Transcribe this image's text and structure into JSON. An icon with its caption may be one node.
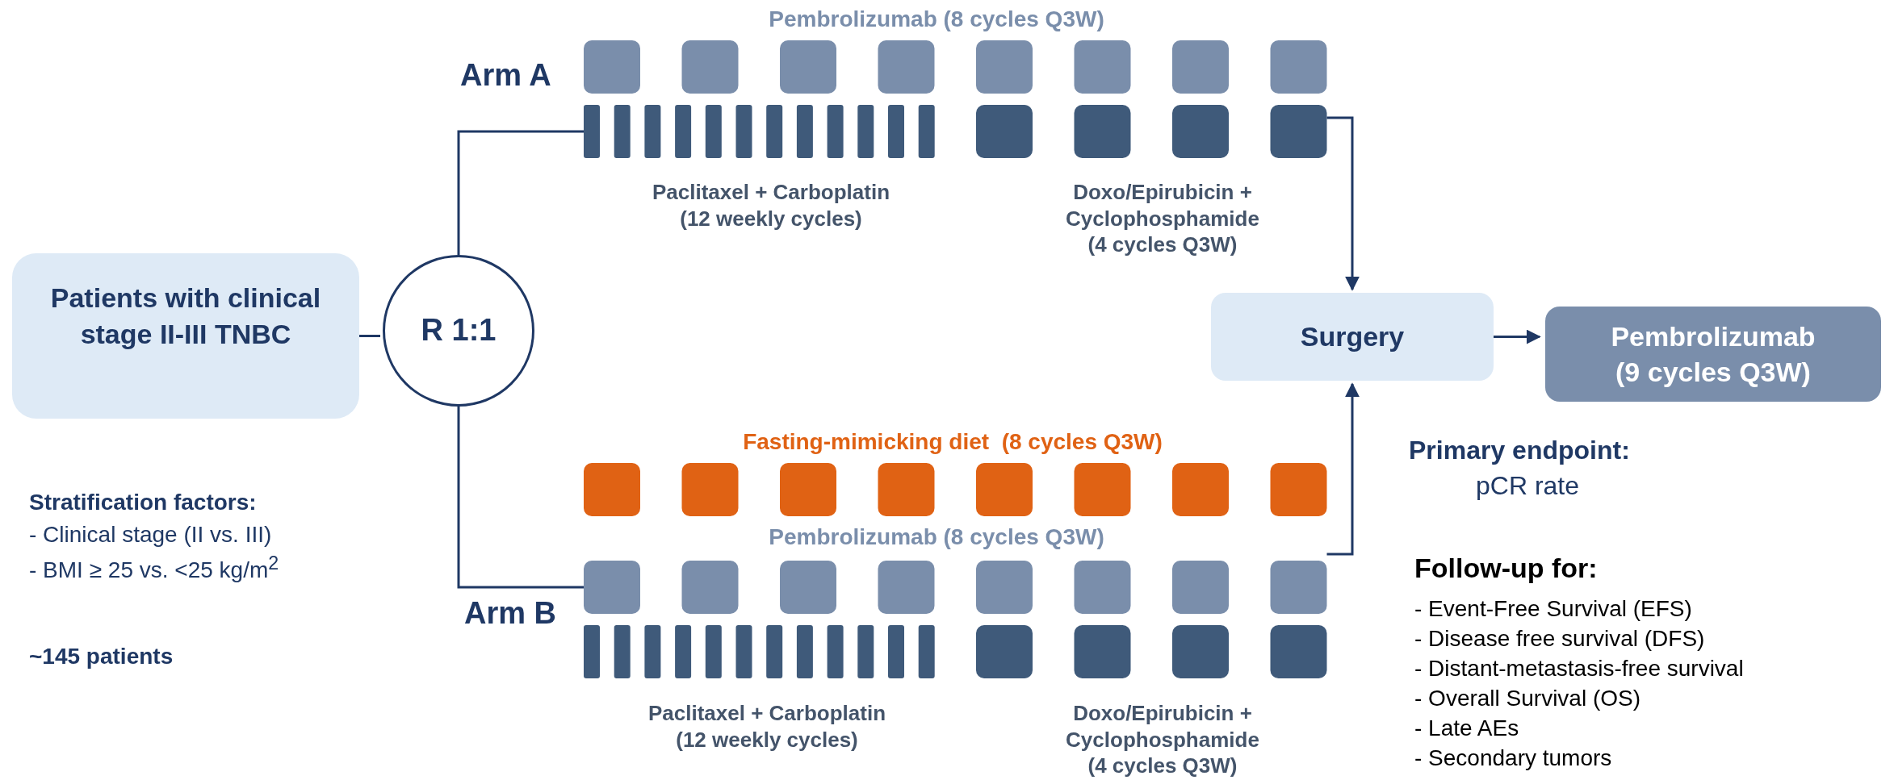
{
  "diagram": {
    "nodes": [
      {
        "text": [
          "Patients with clinical stage II-III TNBC"
        ]
      },
      {
        "text": [
          "R 1:1"
        ]
      },
      {
        "text": [
          "Surgery"
        ]
      },
      {
        "text": [
          "Pembrolizumab (9 cycles Q3W)"
        ]
      },
      {
        "text": [],
        "shape": "box"
      },
      {
        "text": [],
        "shape": "box"
      },
      {
        "text": [],
        "shape": "box"
      },
      {
        "text": [],
        "shape": "box"
      },
      {
        "text": [],
        "shape": "box"
      },
      {
        "text": [],
        "shape": "box"
      },
      {
        "text": [],
        "shape": "box"
      },
      {
        "text": [],
        "shape": "box"
      },
      {
        "text": [],
        "shape": "bar"
      },
      {
        "text": [],
        "shape": "bar"
      },
      {
        "text": [],
        "shape": "bar"
      },
      {
        "text": [],
        "shape": "bar"
      },
      {
        "text": [],
        "shape": "bar"
      },
      {
        "text": [],
        "shape": "bar"
      },
      {
        "text": [],
        "shape": "bar"
      },
      {
        "text": [],
        "shape": "bar"
      },
      {
        "text": [],
        "shape": "bar"
      },
      {
        "text": [],
        "shape": "bar"
      },
      {
        "text": [],
        "shape": "bar"
      },
      {
        "text": [],
        "shape": "bar"
      },
      {
        "text": [],
        "shape": "box"
      },
      {
        "text": [],
        "shape": "box"
      },
      {
        "text": [],
        "shape": "box"
      },
      {
        "text": [],
        "shape": "box"
      },
      {
        "text": [],
        "shape": "box"
      },
      {
        "text": [],
        "shape": "box"
      },
      {
        "text": [],
        "shape": "box"
      },
      {
        "text": [],
        "shape": "box"
      },
      {
        "text": [],
        "shape": "box"
      },
      {
        "text": [],
        "shape": "box"
      },
      {
        "text": [],
        "shape": "box"
      },
      {
        "text": [],
        "shape": "box"
      },
      {
        "text": [],
        "shape": "box"
      },
      {
        "text": [],
        "shape": "box"
      },
      {
        "text": [],
        "shape": "box"
      },
      {
        "text": [],
        "shape": "box"
      },
      {
        "text": [],
        "shape": "box"
      },
      {
        "text": [],
        "shape": "box"
      },
      {
        "text": [],
        "shape": "box"
      },
      {
        "text": [],
        "shape": "box"
      },
      {
        "text": [],
        "shape": "bar"
      },
      {
        "text": [],
        "shape": "bar"
      },
      {
        "text": [],
        "shape": "bar"
      },
      {
        "text": [],
        "shape": "bar"
      },
      {
        "text": [],
        "shape": "bar"
      },
      {
        "text": [],
        "shape": "bar"
      },
      {
        "text": [],
        "shape": "bar"
      },
      {
        "text": [],
        "shape": "bar"
      },
      {
        "text": [],
        "shape": "bar"
      },
      {
        "text": [],
        "shape": "bar"
      },
      {
        "text": [],
        "shape": "bar"
      },
      {
        "text": [],
        "shape": "bar"
      },
      {
        "text": [],
        "shape": "box"
      },
      {
        "text": [],
        "shape": "box"
      },
      {
        "text": [],
        "shape": "box"
      },
      {
        "text": [],
        "shape": "box"
      }
    ],
    "edges": [
      {
        "from": 0,
        "to": 1,
        "arrow": "none"
      },
      {
        "from": 1,
        "to": 12,
        "arrow": "none"
      },
      {
        "from": 1,
        "to": 36,
        "arrow": "none"
      },
      {
        "from": 27,
        "to": 2,
        "arrow": "to"
      },
      {
        "from": 43,
        "to": 2,
        "arrow": "to"
      },
      {
        "from": 2,
        "to": 3,
        "arrow": "to"
      }
    ],
    "labels": [
      "Pembrolizumab (8 cycles Q3W)",
      "Arm A",
      "Paclitaxel + Carboplatin (12 weekly cycles)",
      "Doxo/Epirubicin + Cyclophosphamide (4 cycles Q3W)",
      "Primary endpoint:",
      "pCR rate",
      "Stratification factors:",
      "- Clinical stage (II vs. III)",
      "- BMI ≥ 25 vs. <25 kg/m$^{2}$",
      "Fasting-mimicking diet  (8 cycles Q3W)",
      "Pembrolizumab (8 cycles Q3W)",
      "Arm B",
      "~145 patients",
      "Follow-up for:",
      "- Event-Free Survival (EFS)",
      "- Disease free survival (DFS)",
      "- Distant-metastasis-free survival",
      "- Overall Survival (OS)",
      "- Late AEs",
      "- Secondary tumors",
      "Paclitaxel + Carboplatin (12 weekly cycles)",
      "Doxo/Epirubicin + Cyclophosphamide (4 cycles Q3W)"
    ]
  }
}
